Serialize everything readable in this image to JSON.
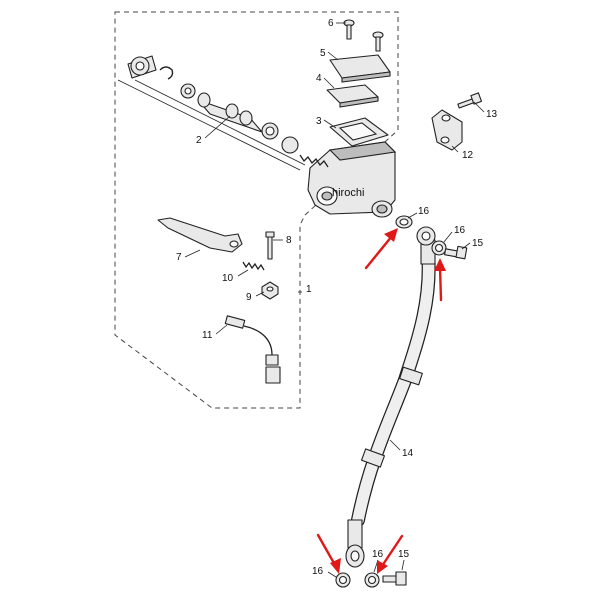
{
  "diagram": {
    "watermark": "hirochi",
    "callouts": {
      "c1": "1",
      "c2": "2",
      "c3": "3",
      "c4": "4",
      "c5": "5",
      "c6": "6",
      "c7": "7",
      "c8": "8",
      "c9": "9",
      "c10": "10",
      "c11": "11",
      "c12": "12",
      "c13": "13",
      "c14": "14",
      "c15a": "15",
      "c15b": "15",
      "c16a": "16",
      "c16b": "16",
      "c16c": "16",
      "c16d": "16"
    },
    "colors": {
      "arrow": "#e01818",
      "line": "#222222",
      "fill": "#e9e9e9"
    }
  }
}
